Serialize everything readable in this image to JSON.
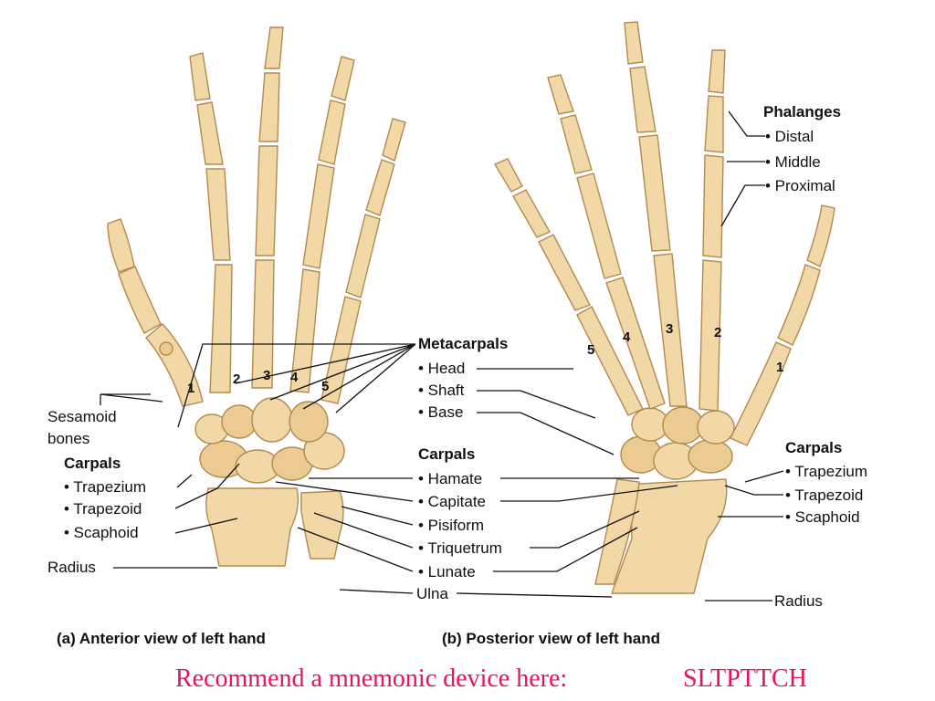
{
  "panel_a": {
    "caption": "(a) Anterior view of left hand",
    "sesamoid": [
      "Sesamoid",
      "bones"
    ],
    "carpals_heading": "Carpals",
    "carpals": [
      "• Trapezium",
      "• Trapezoid",
      "• Scaphoid"
    ],
    "radius": "Radius",
    "digit_numbers": [
      "1",
      "2",
      "3",
      "4",
      "5"
    ]
  },
  "center": {
    "metacarpals_heading": "Metacarpals",
    "metacarpal_parts": [
      "• Head",
      "• Shaft",
      "• Base"
    ],
    "carpals_heading": "Carpals",
    "carpals": [
      "• Hamate",
      "• Capitate",
      "• Pisiform",
      "• Triquetrum",
      "• Lunate"
    ],
    "ulna": "Ulna"
  },
  "panel_b": {
    "caption": "(b) Posterior view of left hand",
    "phalanges_heading": "Phalanges",
    "phalanges": [
      "• Distal",
      "• Middle",
      "• Proximal"
    ],
    "carpals_heading": "Carpals",
    "carpals": [
      "• Trapezium",
      "• Trapezoid",
      "• Scaphoid"
    ],
    "radius": "Radius",
    "digit_numbers": [
      "5",
      "4",
      "3",
      "2",
      "1"
    ]
  },
  "mnemonic": {
    "prompt": "Recommend a mnemonic device here:",
    "answer": "SLTPTTCH",
    "color": "#e8145a"
  },
  "colors": {
    "bone_fill": "#f1d8a6",
    "bone_outline": "#b28a50",
    "label_text": "#111111"
  }
}
